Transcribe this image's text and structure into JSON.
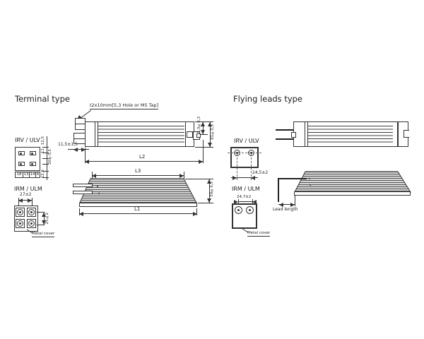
{
  "colors": {
    "line": "#333333",
    "fin_fill": "#d9d9d9",
    "fin_stripe": "#4f4f4f"
  },
  "terminal": {
    "title": "Terminal type",
    "callout": "t2x10mm[5,3 Hole or M5 Tap]",
    "dims": {
      "offset": "11,5±1,5",
      "l2": "L2",
      "l3": "L3",
      "l1": "L1",
      "tab_height": "5,3±0,3",
      "total_height": "61±0,5",
      "depth": "59±0,5"
    },
    "irv": {
      "label": "IRV / ULV",
      "dim_top": "12,5",
      "dim_pitch": "11",
      "dim_mid": "20±0,5",
      "dim_bottom": "12,5",
      "below": [
        "18",
        "13",
        "14",
        "6"
      ]
    },
    "irm": {
      "label": "IRM / ULM",
      "dim_width": "27±2",
      "dim_height": "25±2",
      "cover": "Metal cover"
    }
  },
  "flying": {
    "title": "Flying leads type",
    "irv": {
      "label": "IRV / ULV",
      "dim_width": "24,5±2"
    },
    "irm": {
      "label": "IRM / ULM",
      "dim_width": "24,7±2",
      "cover": "Metal cover"
    },
    "dims": {
      "lead_length": "Lead length"
    }
  }
}
